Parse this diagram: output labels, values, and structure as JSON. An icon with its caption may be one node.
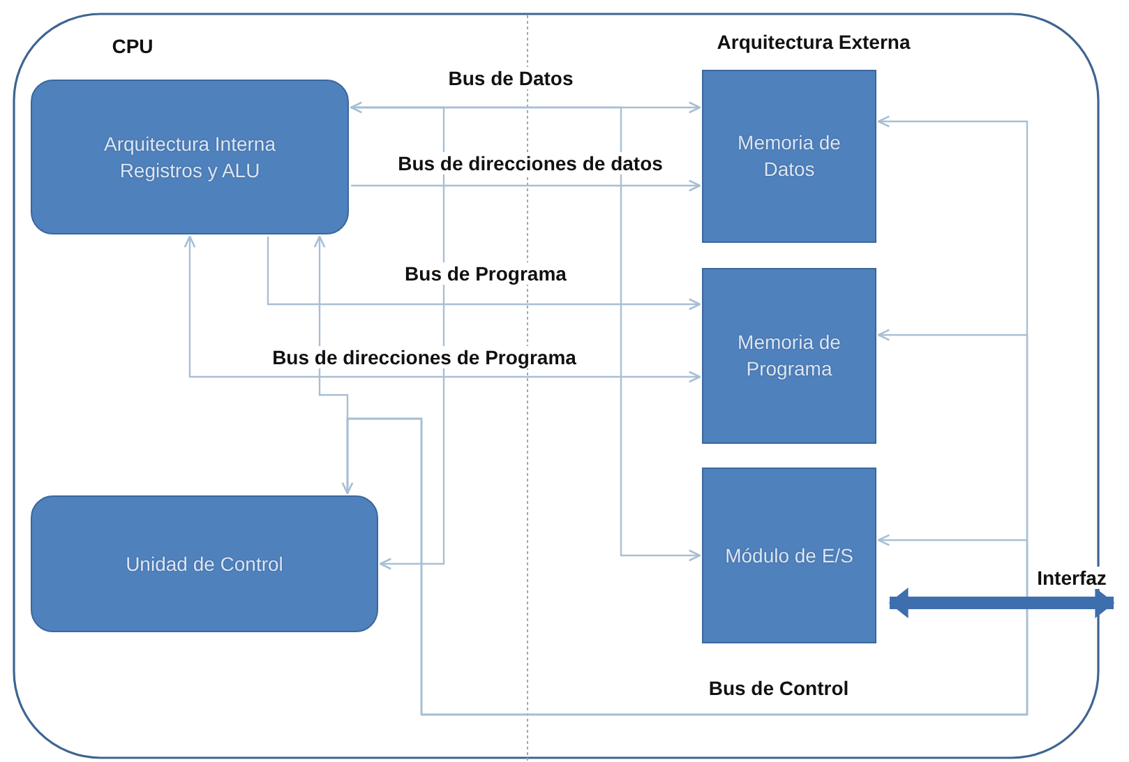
{
  "diagram": {
    "nodes": [
      {
        "text": [
          "Arquitectura Interna Registros y ALU"
        ]
      },
      {
        "text": [
          "Unidad de Control"
        ]
      },
      {
        "text": [
          "Memoria de Datos"
        ]
      },
      {
        "text": [
          "Memoria de Programa"
        ]
      },
      {
        "text": [
          "Módulo de E/S"
        ]
      }
    ],
    "edges": [
      {
        "from": 0,
        "to": 2,
        "arrow": "both",
        "label": "Bus de Datos"
      },
      {
        "from": 0,
        "to": 1,
        "arrow": "to"
      },
      {
        "from": 0,
        "to": 4,
        "arrow": "to"
      },
      {
        "from": 0,
        "to": 2,
        "arrow": "to",
        "label": "Bus de direcciones de datos"
      },
      {
        "from": 0,
        "to": 3,
        "arrow": "to",
        "label": "Bus de Programa"
      },
      {
        "from": 0,
        "to": 3,
        "arrow": "both",
        "label": "Bus de direcciones de Programa"
      },
      {
        "from": 0,
        "to": 1,
        "arrow": "both"
      },
      {
        "from": 1,
        "to": 2,
        "arrow": "to"
      },
      {
        "from": 1,
        "to": 3,
        "arrow": "to"
      },
      {
        "from": 1,
        "to": 4,
        "arrow": "to",
        "label": "Bus de Control"
      },
      {
        "from": 4,
        "to": null,
        "arrow": "both",
        "label": "Interfaz",
        "style": "thick",
        "color": "#3d6fae"
      }
    ],
    "labels": [
      "CPU",
      "Arquitectura Externa"
    ]
  }
}
